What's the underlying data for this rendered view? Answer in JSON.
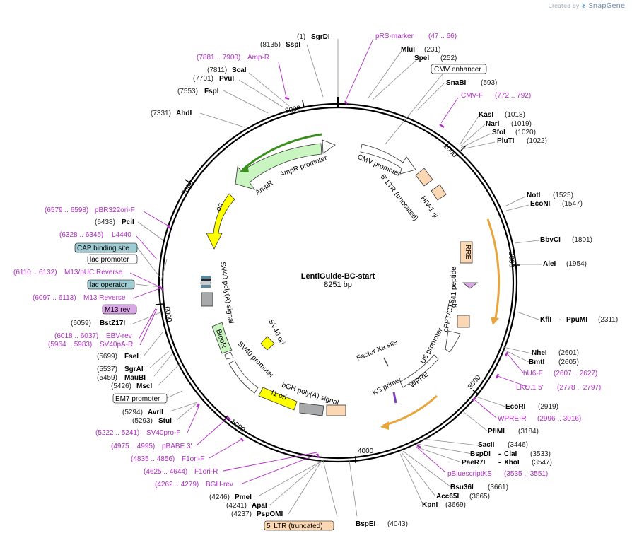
{
  "credit": {
    "text": "Created by",
    "brand": "SnapGene"
  },
  "plasmid": {
    "name": "LentiGuide-BC-start",
    "size_label": "8251 bp"
  },
  "ticks": [
    "1000",
    "2000",
    "3000",
    "4000",
    "5000",
    "6000",
    "7000",
    "8000"
  ],
  "enzymes_top": [
    {
      "pos": "(1)",
      "name": "SgrDI"
    },
    {
      "pos": "(8135)",
      "name": "SspI"
    },
    {
      "pos": "(7811)",
      "name": "ScaI"
    },
    {
      "pos": "(7701)",
      "name": "PvuI"
    },
    {
      "pos": "(7553)",
      "name": "FspI"
    },
    {
      "pos": "(7331)",
      "name": "AhdI"
    },
    {
      "name": "MluI",
      "pos": "(231)"
    },
    {
      "name": "SpeI",
      "pos": "(252)"
    },
    {
      "name": "SnaBI",
      "pos": "(593)"
    },
    {
      "name": "KasI",
      "pos": "(1018)"
    },
    {
      "name": "NarI",
      "pos": "(1019)"
    },
    {
      "name": "SfoI",
      "pos": "(1020)"
    },
    {
      "name": "PluTI",
      "pos": "(1022)"
    },
    {
      "name": "NotI",
      "pos": "(1525)"
    },
    {
      "name": "EcoNI",
      "pos": "(1547)"
    },
    {
      "name": "BbvCI",
      "pos": "(1801)"
    },
    {
      "name": "AleI",
      "pos": "(1954)"
    },
    {
      "name": "KflI",
      "name2": "PpuMI",
      "pos": "(2311)"
    },
    {
      "name": "NheI",
      "pos": "(2601)"
    },
    {
      "name": "BmtI",
      "pos": "(2605)"
    },
    {
      "name": "EcoRI",
      "pos": "(2919)"
    },
    {
      "name": "PflMI",
      "pos": "(3184)"
    },
    {
      "name": "SacII",
      "pos": "(3446)"
    },
    {
      "name": "BspDI",
      "name2": "ClaI",
      "pos": "(3533)"
    },
    {
      "name": "PaeR7I",
      "name2": "XhoI",
      "pos": "(3547)"
    },
    {
      "name": "Bsu36I",
      "pos": "(3661)"
    },
    {
      "name": "Acc65I",
      "pos": "(3665)"
    },
    {
      "name": "KpnI",
      "pos": "(3669)"
    },
    {
      "name": "BspEI",
      "pos": "(4043)"
    },
    {
      "pos": "(4246)",
      "name": "PmeI"
    },
    {
      "pos": "(4241)",
      "name": "ApaI"
    },
    {
      "pos": "(4237)",
      "name": "PspOMI"
    },
    {
      "pos": "(5294)",
      "name": "AvrII"
    },
    {
      "pos": "(5293)",
      "name": "StuI"
    },
    {
      "pos": "(5699)",
      "name": "FseI"
    },
    {
      "pos": "(5537)",
      "name": "SgrAI"
    },
    {
      "pos": "(5459)",
      "name": "MauBI"
    },
    {
      "pos": "(5426)",
      "name": "MscI"
    },
    {
      "pos": "(6059)",
      "name": "BstZ17I"
    },
    {
      "pos": "(6438)",
      "name": "PciI"
    }
  ],
  "primers": [
    {
      "name": "pRS-marker",
      "range": "(47 .. 66)"
    },
    {
      "name": "CMV-F",
      "range": "(772 .. 792)"
    },
    {
      "name": "hU6-F",
      "range": "(2607 .. 2627)"
    },
    {
      "name": "LKO.1 5'",
      "range": "(2778 .. 2797)"
    },
    {
      "name": "WPRE-R",
      "range": "(2996 .. 3016)"
    },
    {
      "name": "pBluescriptKS",
      "range": "(3535 .. 3551)"
    },
    {
      "range": "(7881 .. 7900)",
      "name": "Amp-R"
    },
    {
      "range": "(6579 .. 6598)",
      "name": "pBR322ori-F"
    },
    {
      "range": "(6328 .. 6345)",
      "name": "L4440"
    },
    {
      "range": "(6110 .. 6132)",
      "name": "M13/pUC Reverse"
    },
    {
      "range": "(6097 .. 6113)",
      "name": "M13 Reverse"
    },
    {
      "range": "(6018 .. 6037)",
      "name": "EBV-rev"
    },
    {
      "range": "(5964 .. 5983)",
      "name": "SV40pA-R"
    },
    {
      "range": "(5222 .. 5241)",
      "name": "SV40pro-F"
    },
    {
      "range": "(4975 .. 4995)",
      "name": "pBABE 3'"
    },
    {
      "range": "(4835 .. 4856)",
      "name": "F1ori-F"
    },
    {
      "range": "(4625 .. 4644)",
      "name": "F1ori-R"
    },
    {
      "range": "(4262 .. 4279)",
      "name": "BGH-rev"
    }
  ],
  "boxed_labels": [
    {
      "text": "CMV enhancer",
      "fill": "#ffffff"
    },
    {
      "text": "CAP binding site",
      "fill": "#9fcbd2"
    },
    {
      "text": "lac promoter",
      "fill": "#ffffff"
    },
    {
      "text": "lac operator",
      "fill": "#9fcbd2"
    },
    {
      "text": "M13 rev",
      "fill": "#d9a6e6"
    },
    {
      "text": "EM7 promoter",
      "fill": "#ffffff"
    },
    {
      "text": "5' LTR (truncated)",
      "fill": "#fbd8b3"
    }
  ],
  "features": [
    {
      "text": "CMV promoter"
    },
    {
      "text": "5' LTR (truncated)"
    },
    {
      "text": "HIV-1 ψ"
    },
    {
      "text": "RRE"
    },
    {
      "text": "gp41 peptide"
    },
    {
      "text": "cPPT/CTS"
    },
    {
      "text": "U6 promoter"
    },
    {
      "text": "WPRE"
    },
    {
      "text": "KS primer"
    },
    {
      "text": "Factor Xa site"
    },
    {
      "text": "bGH poly(A) signal"
    },
    {
      "text": "f1 ori"
    },
    {
      "text": "SV40 promoter"
    },
    {
      "text": "BleoR"
    },
    {
      "text": "SV40 ori"
    },
    {
      "text": "SV40 poly(A) signal"
    },
    {
      "text": "ori"
    },
    {
      "text": "AmpR"
    },
    {
      "text": "AmpR promoter"
    }
  ],
  "colors": {
    "primer": "#b02cc4",
    "ampr": "#c8f5c0",
    "ori": "#ffff00",
    "ltr": "#fbd8b3",
    "wpre_arc": "#e8a53b",
    "green_arc": "#3b8f1c",
    "gray": "#a7a9ab"
  }
}
